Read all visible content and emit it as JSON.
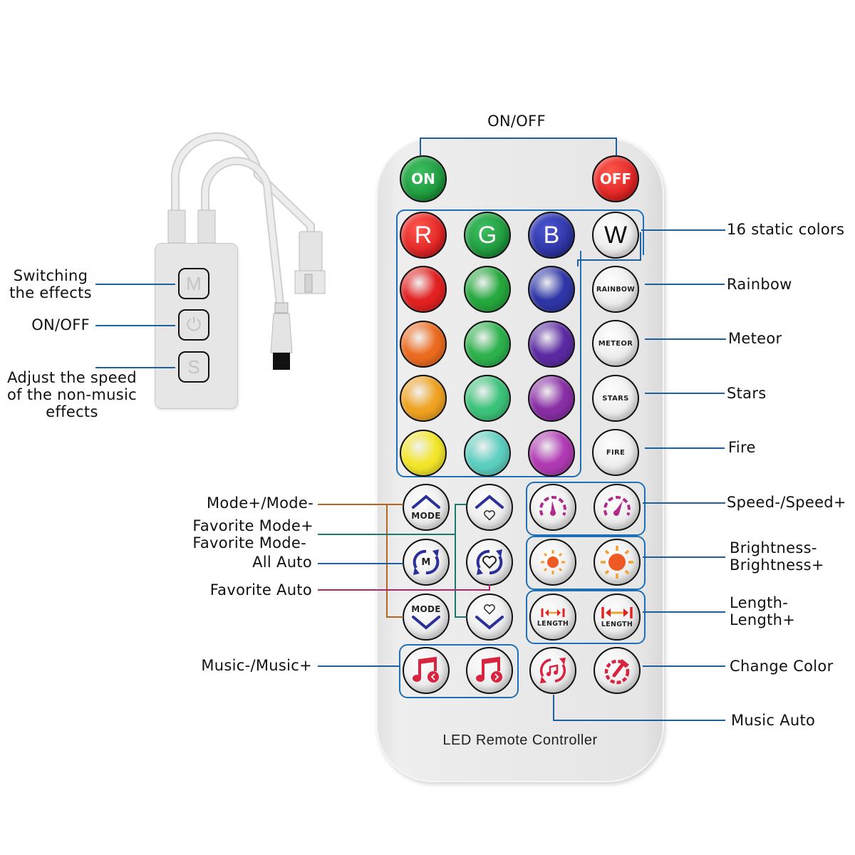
{
  "top_label": "ON/OFF",
  "remote": {
    "title": "LED Remote Controller",
    "power": [
      {
        "label": "ON",
        "color": "#1f9a3e"
      },
      {
        "label": "OFF",
        "color": "#e02424"
      }
    ],
    "rgbw": [
      {
        "label": "R",
        "color": "#e02424"
      },
      {
        "label": "G",
        "color": "#1f9a3e"
      },
      {
        "label": "B",
        "color": "#2e34a3"
      },
      {
        "label": "W",
        "color": "#e8e8e8"
      }
    ],
    "color_grid": [
      [
        "#e32121",
        "#25a83d",
        "#2f37a8"
      ],
      [
        "#ec6b1f",
        "#2db24c",
        "#5b2aa3"
      ],
      [
        "#f0a321",
        "#3cc37a",
        "#8a2ea6"
      ],
      [
        "#f3e62a",
        "#5ccfc0",
        "#b13ab4"
      ]
    ],
    "effects": [
      "RAINBOW",
      "METEOR",
      "STARS",
      "FIRE"
    ],
    "mode_up_label": "MODE",
    "mode_down_label": "MODE",
    "all_auto_letter": "M",
    "length_label": "LENGTH",
    "icon_colors": {
      "navy": "#2b2f9a",
      "magenta": "#b02a8a",
      "orange": "#ee5a24",
      "red": "#d9243f"
    }
  },
  "controller": {
    "buttons": [
      {
        "glyph": "M",
        "label": "Switching\nthe effects"
      },
      {
        "glyph": "⏻",
        "label": "ON/OFF"
      },
      {
        "glyph": "S",
        "label": "Adjust the speed\nof the non-music\neffects"
      }
    ]
  },
  "labels": {
    "left": {
      "switching_line1": "Switching",
      "switching_line2": "the effects",
      "onoff": "ON/OFF",
      "speed_line1": "Adjust the speed",
      "speed_line2": "of the non-music",
      "speed_line3": "effects",
      "mode": "Mode+/Mode-",
      "fav_mode_plus": "Favorite Mode+",
      "fav_mode_minus": "Favorite Mode-",
      "all_auto": "All Auto",
      "fav_auto": "Favorite Auto",
      "music": "Music-/Music+"
    },
    "right": {
      "static_colors": "16 static colors",
      "rainbow": "Rainbow",
      "meteor": "Meteor",
      "stars": "Stars",
      "fire": "Fire",
      "speed": "Speed-/Speed+",
      "brightness_minus": "Brightness-",
      "brightness_plus": "Brightness+",
      "length_minus": "Length-",
      "length_plus": "Length+",
      "change_color": "Change Color",
      "music_auto": "Music Auto"
    }
  },
  "line_colors": {
    "default": "#1e5f9e",
    "mode": "#b5651d",
    "favorite": "#1b7a6e",
    "favorite_auto": "#b3246b"
  }
}
